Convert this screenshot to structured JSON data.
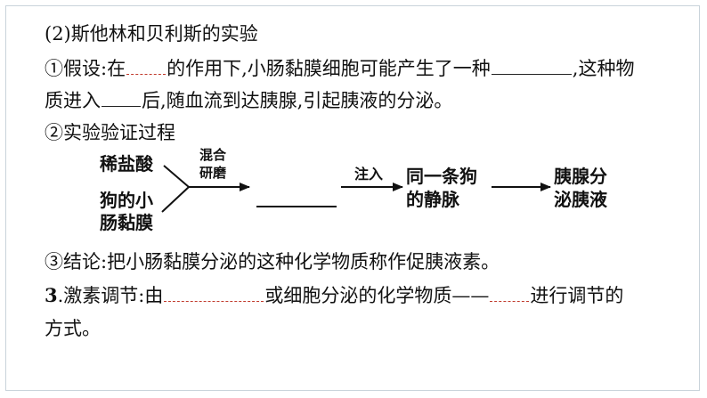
{
  "section_title": "(2)斯他林和贝利斯的实验",
  "hypothesis": {
    "prefix": "①假设:在",
    "part2": "的作用下,小肠黏膜细胞可能产生了一种",
    "part3": ",这种物",
    "line2_prefix": "质进入",
    "line2_rest": "后,随血流到达胰腺,引起胰液的分泌。"
  },
  "experiment_title": "②实验验证过程",
  "flow": {
    "input1": "稀盐酸",
    "input2_line1": "狗的小",
    "input2_line2": "肠黏膜",
    "step_label_line1": "混合",
    "step_label_line2": "研磨",
    "inject_label": "注入",
    "target_line1": "同一条狗",
    "target_line2": "的静脉",
    "result_line1": "胰腺分",
    "result_line2": "泌胰液"
  },
  "conclusion": "③结论:把小肠黏膜分泌的这种化学物质称作促胰液素。",
  "item3": {
    "number": "3",
    "prefix": ".激素调节:由",
    "middle": "或细胞分泌的化学物质——",
    "suffix": "进行调节的",
    "line2": "方式。"
  }
}
